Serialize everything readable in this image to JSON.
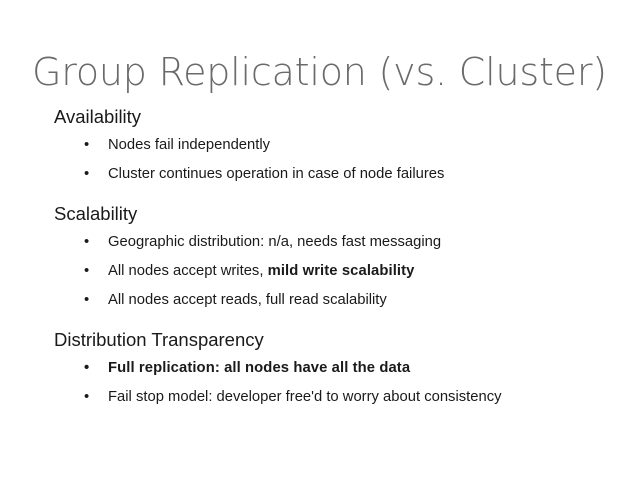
{
  "slide": {
    "title": "Group Replication (vs. Cluster)",
    "title_color": "#6a6a6a",
    "body_color": "#1a1a1a",
    "background_color": "#ffffff",
    "bullet_glyph": "•",
    "sections": [
      {
        "heading": "Availability",
        "bullets": [
          {
            "text": "Nodes fail independently",
            "bold": false
          },
          {
            "text": "Cluster continues operation in case of node failures",
            "bold": false
          }
        ]
      },
      {
        "heading": "Scalability",
        "bullets": [
          {
            "text": "Geographic distribution: n/a, needs fast messaging",
            "bold": false
          },
          {
            "text": "All nodes accept writes, ",
            "emphasis": "mild write scalability",
            "bold": false
          },
          {
            "text": "All nodes accept reads, full read scalability",
            "bold": false
          }
        ]
      },
      {
        "heading": "Distribution Transparency",
        "bullets": [
          {
            "text": "Full replication: all nodes have all the data",
            "bold": true
          },
          {
            "text": "Fail stop model: developer free'd to worry about consistency",
            "bold": false
          }
        ]
      }
    ]
  }
}
